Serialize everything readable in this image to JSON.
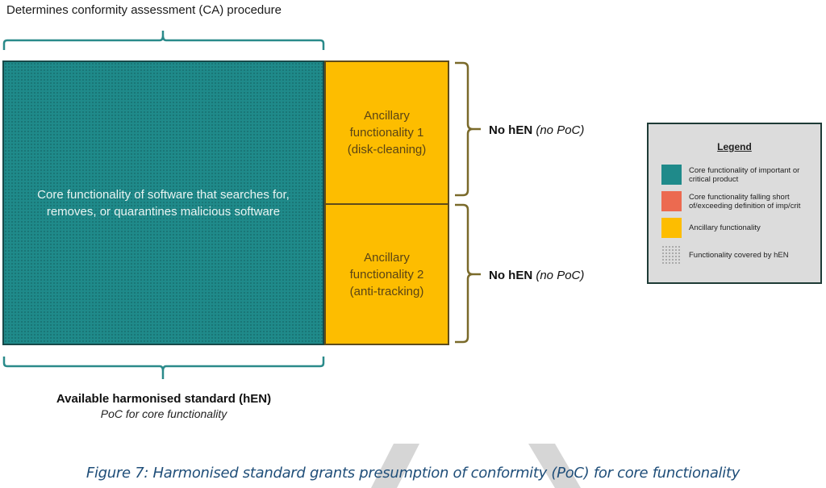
{
  "diagram": {
    "top_label": "Determines conformity assessment (CA) procedure",
    "core_box": {
      "text": "Core functionality of software that searches for, removes, or quarantines malicious software",
      "color": "#1f8a8a"
    },
    "ancillary_boxes": [
      {
        "text": "Ancillary\nfunctionality 1\n(disk-cleaning)",
        "status_bold": "No hEN",
        "status_italic": "(no PoC)"
      },
      {
        "text": "Ancillary\nfunctionality 2\n(anti-tracking)",
        "status_bold": "No hEN",
        "status_italic": "(no PoC)"
      }
    ],
    "ancillary_color": "#fdbd00",
    "bottom_label": {
      "title": "Available harmonised standard (hEN)",
      "subtitle": "PoC for core functionality"
    }
  },
  "legend": {
    "title": "Legend",
    "items": [
      {
        "label": "Core functionality of important or critical product",
        "color": "#1f8a8a",
        "icon": "teal-swatch"
      },
      {
        "label": "Core functionality falling short of/exceeding definition of imp/crit",
        "color": "#ec6a50",
        "icon": "red-swatch"
      },
      {
        "label": "Ancillary functionality",
        "color": "#fdbd00",
        "icon": "yellow-swatch"
      },
      {
        "label": "Functionality covered by hEN",
        "color": "#888888",
        "icon": "dotted-pattern-swatch"
      }
    ]
  },
  "caption": "Figure 7: Harmonised standard grants presumption of conformity (PoC) for core functionality"
}
